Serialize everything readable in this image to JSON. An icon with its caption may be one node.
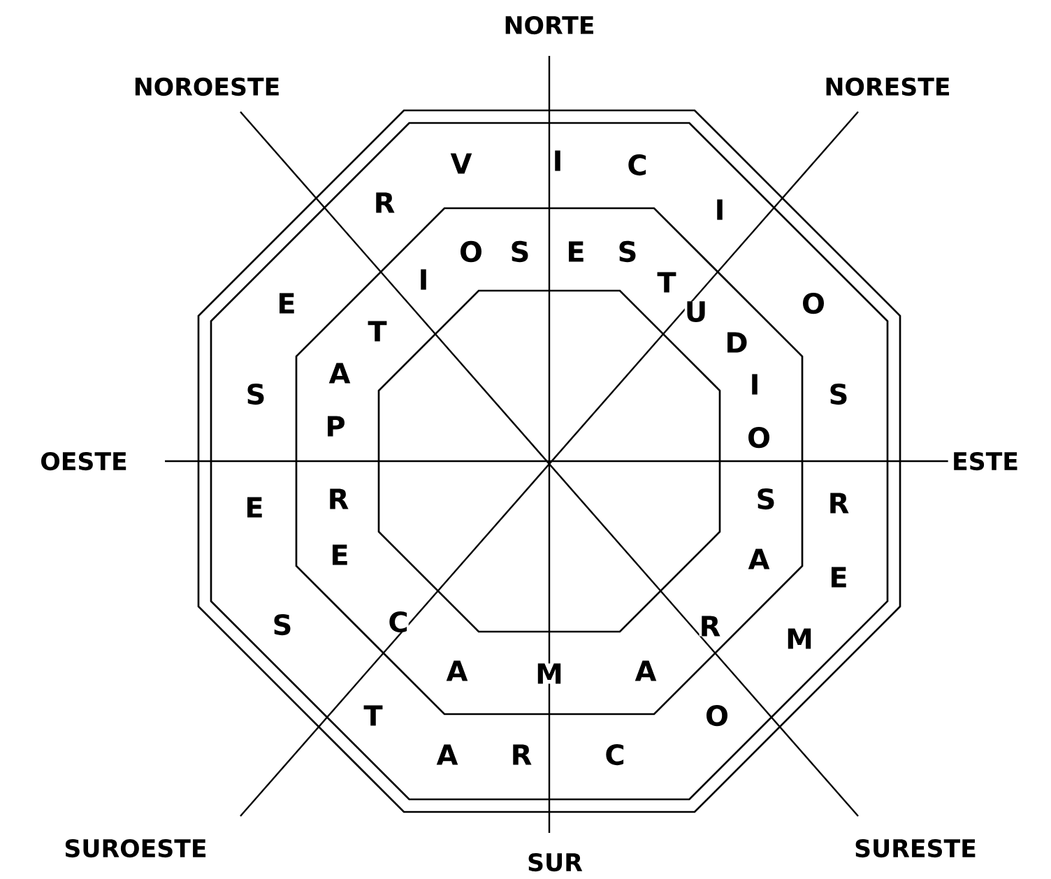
{
  "diagram": {
    "labels": [
      "NORTE",
      "NOROESTE",
      "NORESTE",
      "V",
      "I",
      "C",
      "R",
      "I",
      "O",
      "S",
      "E",
      "S",
      "I",
      "T",
      "E",
      "U",
      "O",
      "T",
      "D",
      "A",
      "I",
      "S",
      "S",
      "P",
      "O",
      "OESTE",
      "ESTE",
      "E",
      "R",
      "S",
      "R",
      "E",
      "A",
      "E",
      "S",
      "C",
      "R",
      "M",
      "A",
      "M",
      "A",
      "T",
      "O",
      "A",
      "R",
      "C",
      "SUROESTE",
      "SUR",
      "SURESTE"
    ]
  }
}
